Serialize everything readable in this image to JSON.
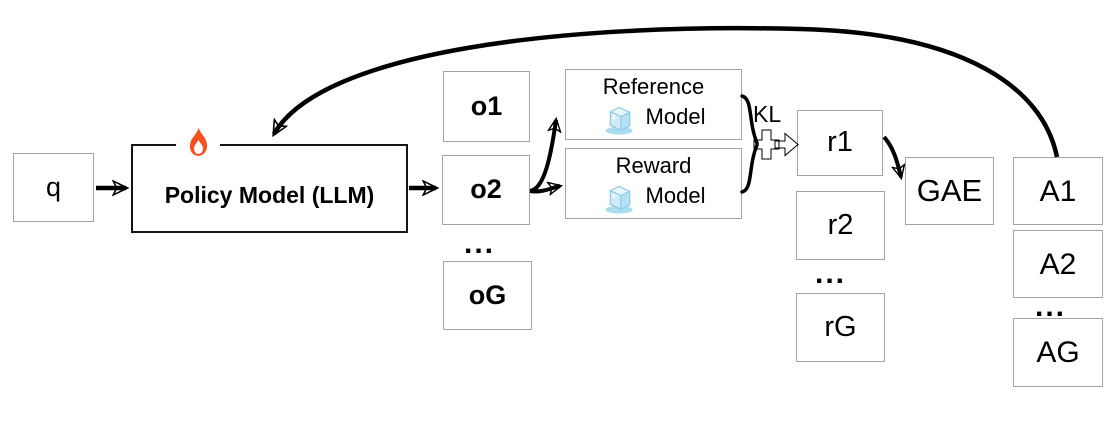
{
  "colors": {
    "background": "#ffffff",
    "box_border": "#a3a3a3",
    "policy_border": "#141414",
    "text": "#000000",
    "arrow": "#000000",
    "kl_plus_gray": "#4d4d4d",
    "kl_arrow_gray": "#7f7f7f",
    "flame_orange": "#f4511e",
    "ice_blue": "#cfeaf8"
  },
  "nodes": {
    "q": "q",
    "policy": "Policy Model (LLM)",
    "o1": "o1",
    "o2": "o2",
    "oG": "oG",
    "reference_line1": "Reference",
    "reference_line2": "Model",
    "reward_line1": "Reward",
    "reward_line2": "Model",
    "kl": "KL",
    "r1": "r1",
    "r2": "r2",
    "rG": "rG",
    "gae": "GAE",
    "a1": "A1",
    "a2": "A2",
    "aG": "AG",
    "ellipsis": "..."
  },
  "icons": {
    "fire": "fire-icon",
    "ice": "ice-cube-icon"
  }
}
